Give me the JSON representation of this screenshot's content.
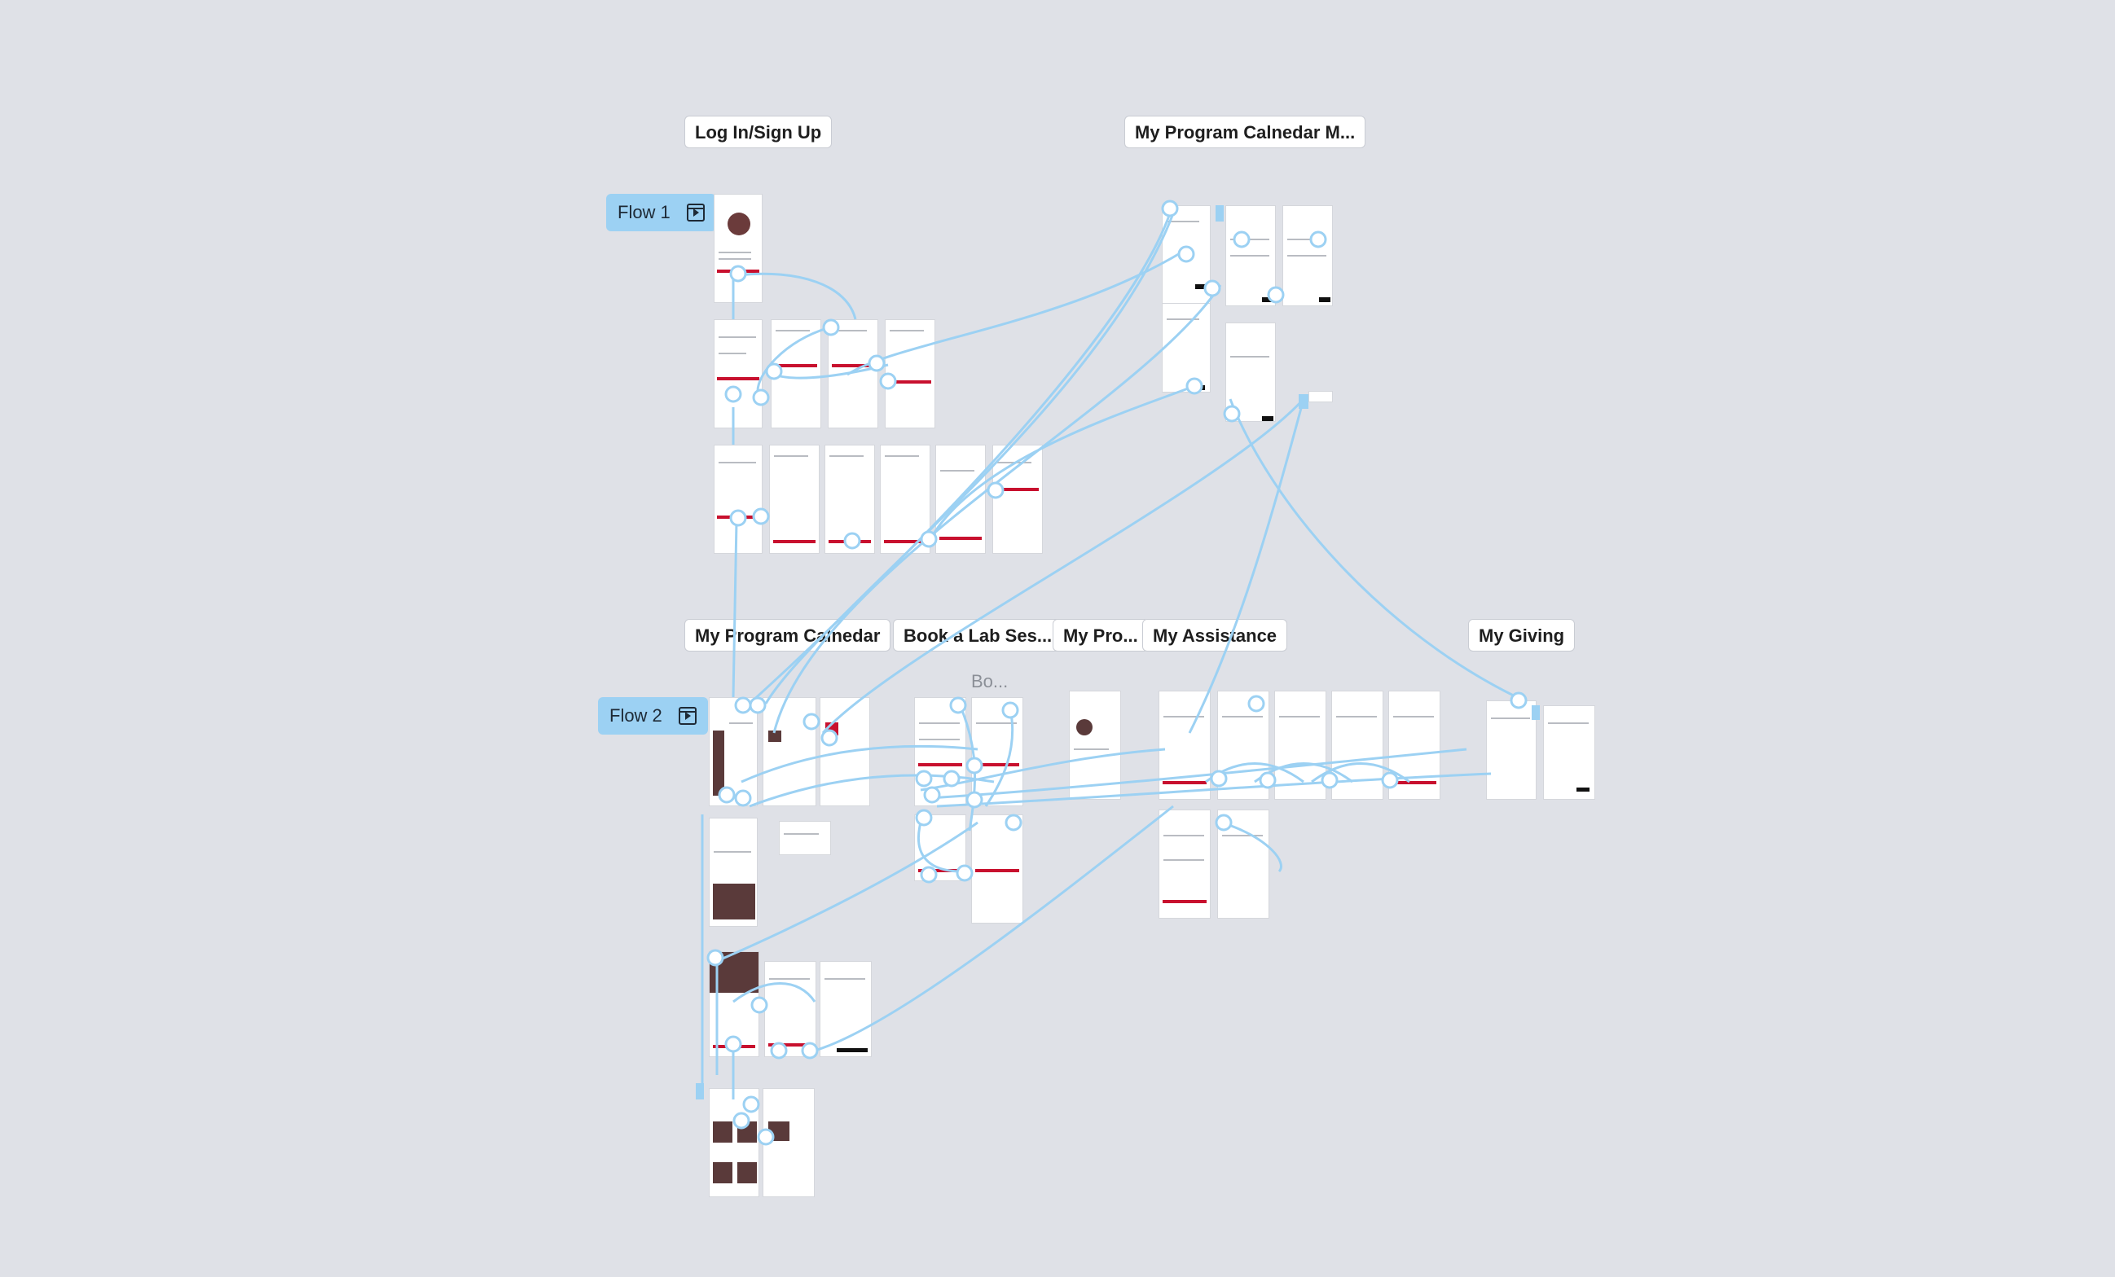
{
  "canvas": {
    "background": "#dfe1e7",
    "connector_color": "#9cd1f3",
    "accent": "#c8102e"
  },
  "sections": {
    "login": "Log In/Sign Up",
    "calendar_m": "My Program Calnedar M...",
    "calendar": "My Program Calnedar",
    "book_lab": "Book a Lab Ses...",
    "my_pro": "My Pro...",
    "assistance": "My Assistance",
    "giving": "My Giving"
  },
  "flows": {
    "flow1": "Flow 1",
    "flow2": "Flow 2"
  },
  "ghost_label": "Bo...",
  "icons": {
    "flow_start": "play-frame-icon"
  }
}
